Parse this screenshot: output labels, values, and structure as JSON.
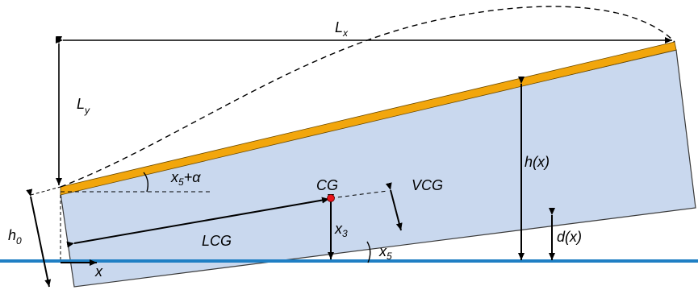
{
  "labels": {
    "lx": "L",
    "lx_sub": "x",
    "ly": "L",
    "ly_sub": "y",
    "angle_trim": "x",
    "angle_trim_sub": "5",
    "angle_trim_suffix": "+α",
    "cg": "CG",
    "vcg": "VCG",
    "lcg": "LCG",
    "x3": "x",
    "x3_sub": "3",
    "x5": "x",
    "x5_sub": "5",
    "hx": "h(x)",
    "dx": "d(x)",
    "h0": "h",
    "h0_sub": "0",
    "axis_x": "x"
  },
  "colors": {
    "hull_fill": "#c9d8ee",
    "hull_stroke": "#3a3a3a",
    "deck": "#f2a60c",
    "deck_edge": "#6b4a00",
    "water": "#1f7fc4",
    "cg_dot": "#e8141c"
  }
}
